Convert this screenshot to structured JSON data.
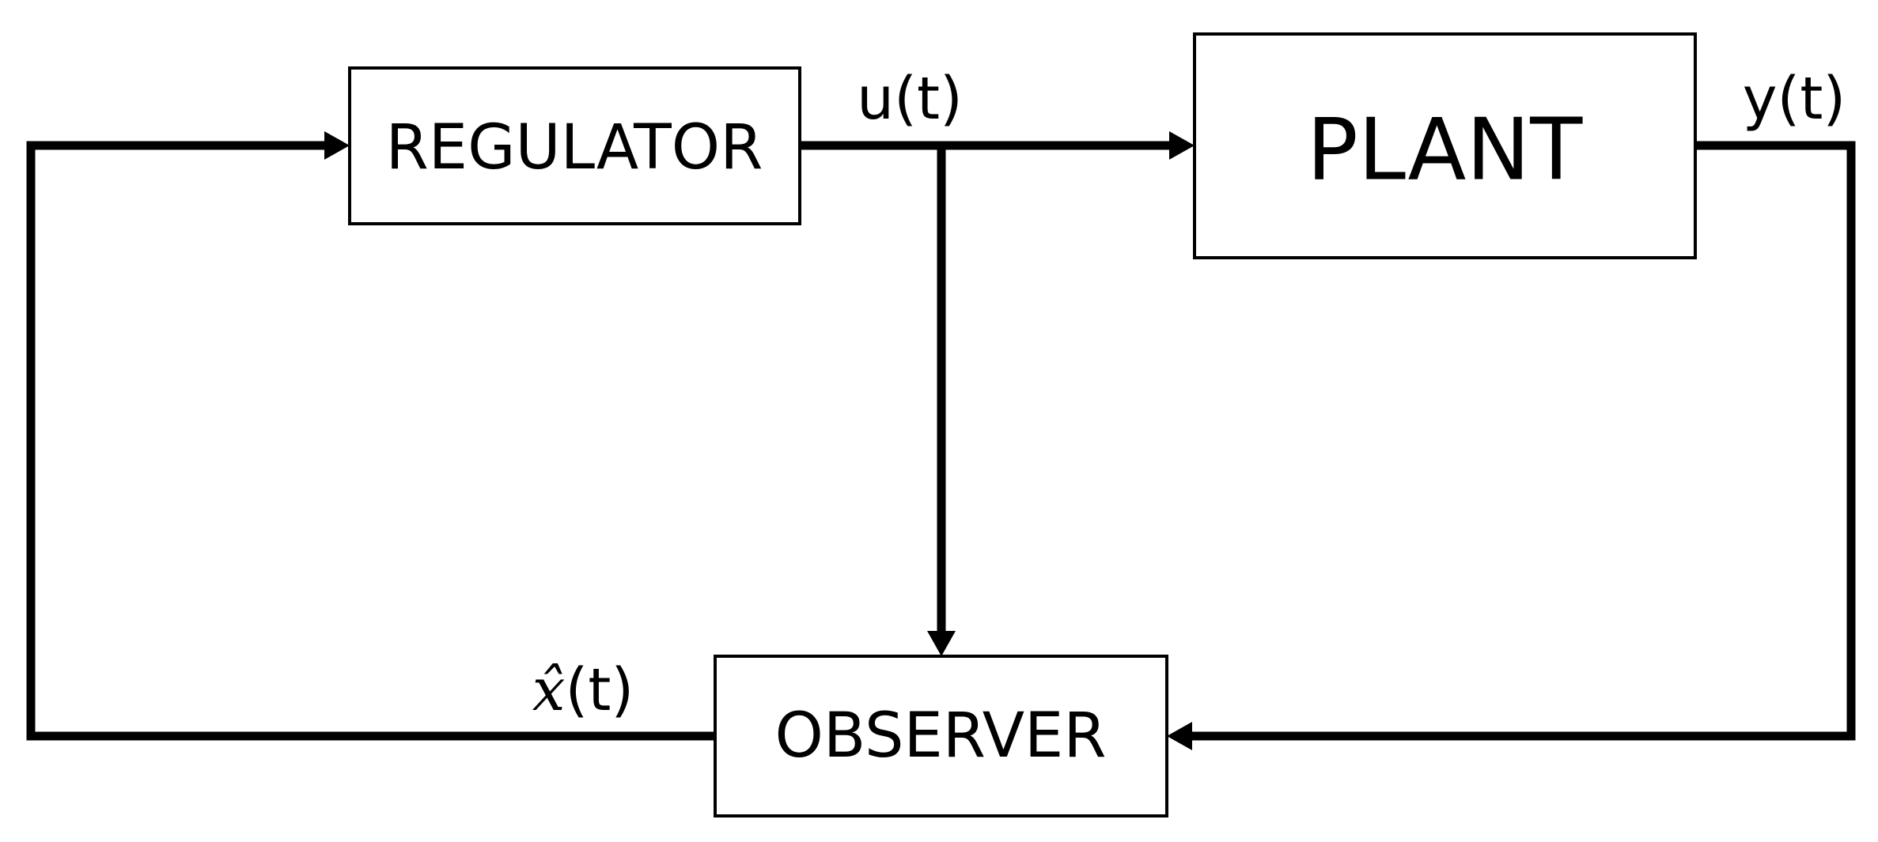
{
  "blocks": {
    "regulator": {
      "label": "REGULATOR"
    },
    "plant": {
      "label": "PLANT"
    },
    "observer": {
      "label": "OBSERVER"
    }
  },
  "signals": {
    "control": {
      "label": "u(t)"
    },
    "output": {
      "label": "y(t)"
    },
    "estimate": {
      "symbol": "x̂",
      "suffix": "(t)"
    }
  }
}
